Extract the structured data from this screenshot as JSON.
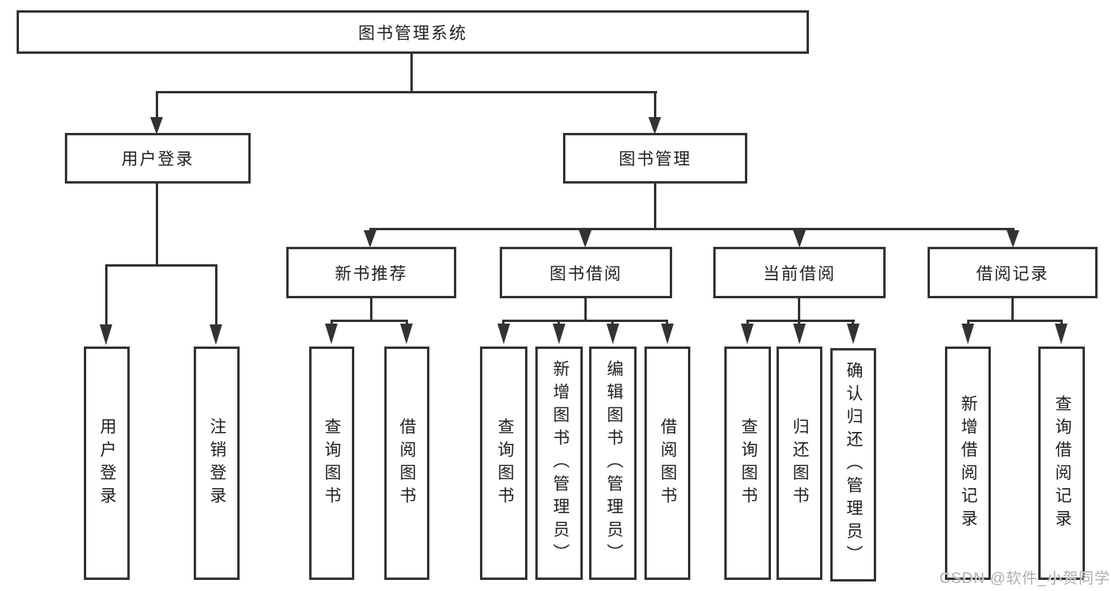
{
  "diagram_type": "hierarchy-tree",
  "colors": {
    "line": "#333333",
    "box_border": "#333333",
    "box_fill": "#ffffff",
    "text": "#1f1f1f",
    "watermark": "#aeaeae",
    "background": "#ffffff"
  },
  "tree": {
    "root": "图书管理系统",
    "branches": [
      {
        "label": "用户登录",
        "children": [
          "用户登录",
          "注销登录"
        ]
      },
      {
        "label": "图书管理",
        "children": [
          {
            "label": "新书推荐",
            "children": [
              "查询图书",
              "借阅图书"
            ]
          },
          {
            "label": "图书借阅",
            "children": [
              "查询图书",
              "新增图书（管理员）",
              "编辑图书（管理员）",
              "借阅图书"
            ]
          },
          {
            "label": "当前借阅",
            "children": [
              "查询图书",
              "归还图书",
              "确认归还（管理员）"
            ]
          },
          {
            "label": "借阅记录",
            "children": [
              "新增借阅记录",
              "查询借阅记录"
            ]
          }
        ]
      }
    ]
  },
  "watermark": {
    "text": "CSDN @软件_小贺同学"
  }
}
